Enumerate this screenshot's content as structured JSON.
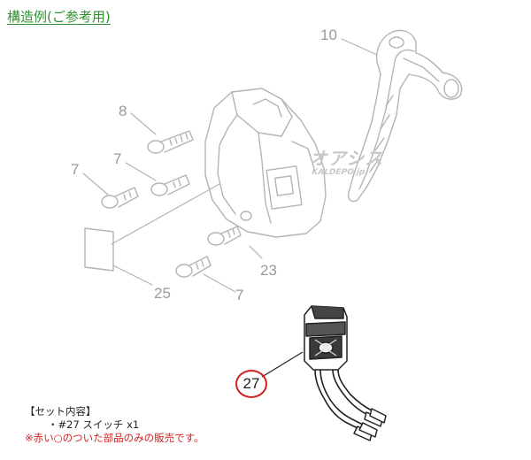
{
  "title": "構造例(ご参考用)",
  "callouts": {
    "c10": "10",
    "c8": "8",
    "c7a": "7",
    "c7b": "7",
    "c7c": "7",
    "c23": "23",
    "c25": "25",
    "c27": "27"
  },
  "watermark": {
    "logo": "オアシス",
    "sub": "KALDEPO.jp"
  },
  "set_contents": {
    "heading": "【セット内容】",
    "item": "・#27 スイッチ x1",
    "note": "※赤い○のついた部品のみの販売です。"
  },
  "colors": {
    "title": "#2f8f2f",
    "highlight_circle": "#d22222",
    "ghost_lines": "#b4b4b4",
    "callout_text": "#9a9a9a"
  }
}
